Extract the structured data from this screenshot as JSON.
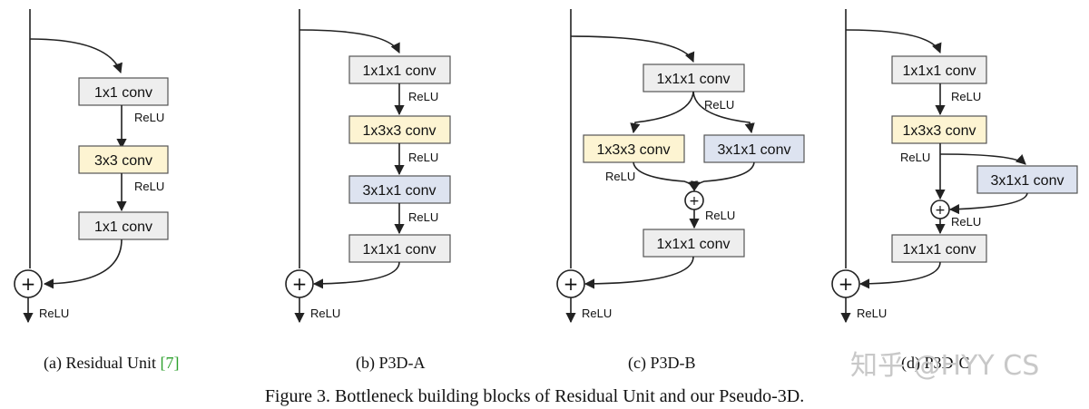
{
  "colors": {
    "gray": "#eeeeee",
    "yellow": "#fdf4d2",
    "blue": "#dde3f0",
    "border": "#555555",
    "ref_green": "#2ca02c"
  },
  "boxes": {
    "a1": "1x1 conv",
    "a2": "3x3 conv",
    "a3": "1x1 conv",
    "b1": "1x1x1 conv",
    "b2": "1x3x3 conv",
    "b3": "3x1x1 conv",
    "b4": "1x1x1 conv",
    "c1": "1x1x1 conv",
    "c2": "1x3x3 conv",
    "c3": "3x1x1 conv",
    "c4": "1x1x1 conv",
    "d1": "1x1x1 conv",
    "d2": "1x3x3 conv",
    "d3": "3x1x1 conv",
    "d4": "1x1x1 conv"
  },
  "relu": "ReLU",
  "plus": "+",
  "subcaptions": {
    "a_prefix": "(a)  Residual Unit ",
    "a_ref": "[7]",
    "b": "(b)  P3D-A",
    "c": "(c)  P3D-B",
    "d": "(d)  P3D-C"
  },
  "caption": "Figure 3. Bottleneck building blocks of Residual Unit and our Pseudo-3D.",
  "watermark": "知乎 @HYY CS"
}
